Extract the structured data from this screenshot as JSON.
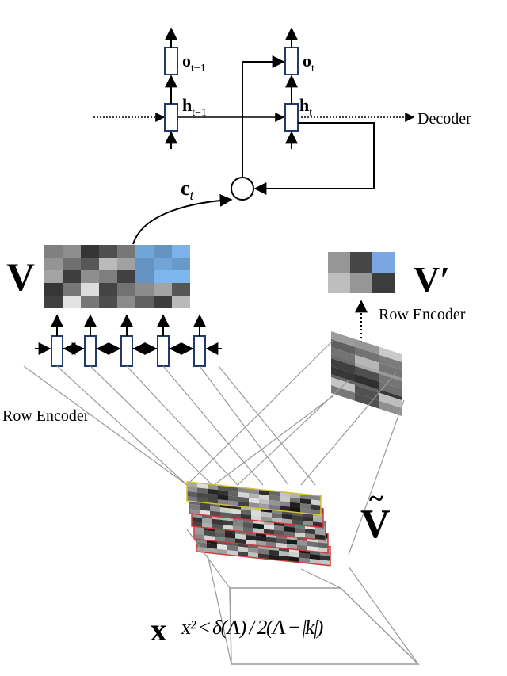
{
  "labels": {
    "o_prev": "o",
    "o_prev_sub": "t−1",
    "o_cur": "o",
    "o_cur_sub": "t",
    "h_prev": "h",
    "h_prev_sub": "t−1",
    "h_cur": "h",
    "h_cur_sub": "t",
    "decoder": "Decoder",
    "context": "c",
    "context_sub": "t",
    "V": "V",
    "V_prime": "V′",
    "row_encoder_right": "Row Encoder",
    "row_encoder_left": "Row Encoder",
    "V_tilde": "V",
    "X": "x",
    "formula": "x² < δ(Λ) / 2(Λ − |k|)"
  },
  "colors": {
    "cell_border": "#1f3a6b",
    "line": "#000000",
    "connector": "#9a9a9a",
    "blue_cell": "#7aa7e0",
    "yellow_edge": "#d4c232",
    "red_edge": "#d23a3a"
  },
  "icons": {
    "rnn_cell": "rnn-cell-icon",
    "attention": "attention-circle-icon"
  }
}
